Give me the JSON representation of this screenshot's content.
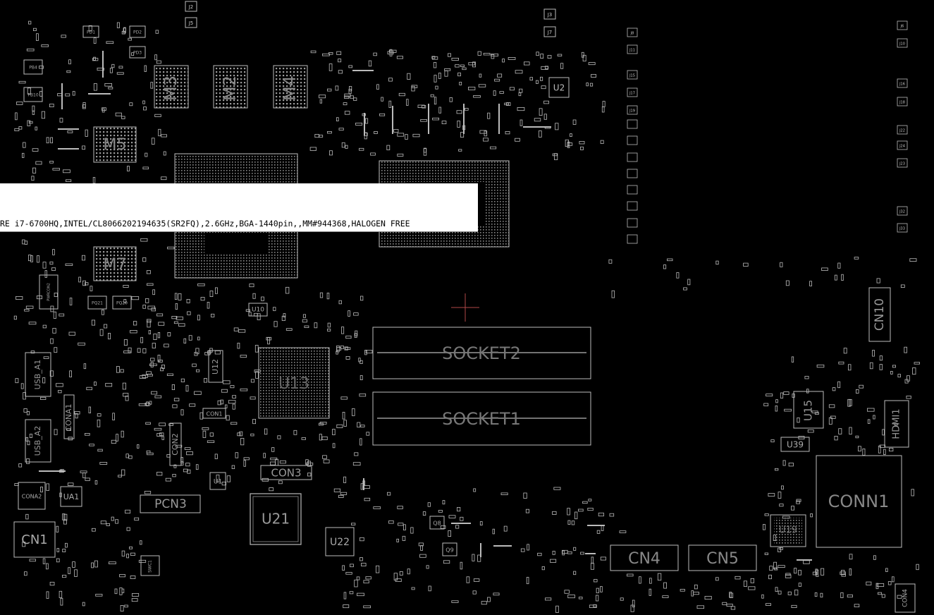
{
  "title": "",
  "tooltip": {
    "text": "RE i7-6700HQ,INTEL/CL8066202194635(SR2FQ),2.6GHz,BGA-1440pin,,MM#944368,HALOGEN FREE"
  },
  "colors": {
    "background": "#000000",
    "outline": "#c8c8c8",
    "label": "#8a8a8a",
    "small_label": "#b0b0b0",
    "cursor": "#c05050",
    "tooltip_bg": "#ffffff"
  },
  "components": {
    "memory": [
      "M3",
      "M2",
      "M4",
      "M5",
      "M7"
    ],
    "sockets": [
      "SOCKET2",
      "SOCKET1"
    ],
    "ics": [
      "U13",
      "U21",
      "U22",
      "U2",
      "U15",
      "U39",
      "U19",
      "U12",
      "U10",
      "U1"
    ],
    "connectors": [
      "CONN1",
      "CN4",
      "CN5",
      "CN1",
      "CON3",
      "PCN3",
      "CON2",
      "CONA1",
      "CN10",
      "HDMI1",
      "USB_A1",
      "USB_A2",
      "UA1",
      "CONA2",
      "CON1",
      "CON4"
    ],
    "misc": [
      "SWC1",
      "PD1",
      "PD2",
      "PD3",
      "PB4",
      "PB10",
      "PQ21",
      "PQ20",
      "PWRCON2",
      "Q8",
      "Q9"
    ],
    "jumpers_left": [
      "J2",
      "J5",
      "J3",
      "J7"
    ],
    "jumpers_right": [
      "J8",
      "J11",
      "J15",
      "J17",
      "J19",
      "J6",
      "J10",
      "J16",
      "J18",
      "J22",
      "J24",
      "J23",
      "J32",
      "J33"
    ]
  }
}
